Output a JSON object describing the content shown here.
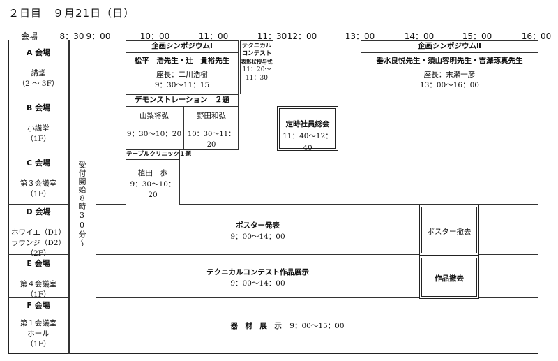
{
  "page_title": "２日目　９月21日（日）",
  "timeline": {
    "label": "会場",
    "ticks": [
      "8：30",
      "9：00",
      "10：00",
      "11：00",
      "11：30",
      "12：00",
      "13：00",
      "14：00",
      "15：00",
      "16：00"
    ]
  },
  "rooms": [
    {
      "name": "A 会場",
      "lines": [
        "講堂",
        "（2 ～ 3F）"
      ]
    },
    {
      "name": "B 会場",
      "lines": [
        "小講堂",
        "（1F）"
      ]
    },
    {
      "name": "C 会場",
      "lines": [
        "第３会議室",
        "（1F）"
      ]
    },
    {
      "name": "D 会場",
      "lines": [
        "ホワイエ（D1）",
        "ラウンジ（D2）",
        "（2F）"
      ]
    },
    {
      "name": "E 会場",
      "lines": [
        "第４会議室",
        "（1F）"
      ]
    },
    {
      "name": "F 会場",
      "lines": [
        "第１会議室",
        "ホール",
        "（1F）"
      ]
    }
  ],
  "registration": "受付開始８時30分～",
  "sessions": {
    "symposium1": {
      "title": "企画シンポジウムⅠ",
      "speakers": "松平　浩先生・辻　貴裕先生",
      "chair": "座長：二川浩樹",
      "time": "9：30～11：15"
    },
    "technical_award": {
      "lines": [
        "テクニカル",
        "コンテスト",
        "表彰状授与式"
      ],
      "time1": "11：20～",
      "time2": "11：30"
    },
    "symposium2": {
      "title": "企画シンポジウムⅡ",
      "speakers": "垂水良悦先生・須山容明先生・吉澤琢真先生",
      "chair": "座長：末瀬一彦",
      "time": "13：00～16：00"
    },
    "demo": {
      "title": "デモンストレーション　２題",
      "left_name": "山梨将弘",
      "left_time": "9：30～10：20",
      "right_name": "野田和弘",
      "right_time": "10：30～11：20"
    },
    "general_meeting": {
      "title": "定時社員総会",
      "time": "11：40～12：40"
    },
    "table_clinic": {
      "title": "テーブルクリニック１題",
      "name": "植田　歩",
      "time": "9：30～10：20"
    },
    "poster": {
      "title": "ポスター発表",
      "time": "9：00～14：00"
    },
    "poster_removal": {
      "title": "ポスター撤去"
    },
    "contest_exhibit": {
      "title": "テクニカルコンテスト作品展示",
      "time": "9：00～14：00"
    },
    "work_removal": {
      "title": "作品撤去"
    },
    "equipment": {
      "title": "器　材　展　示",
      "time": "9：00～15：00"
    }
  }
}
